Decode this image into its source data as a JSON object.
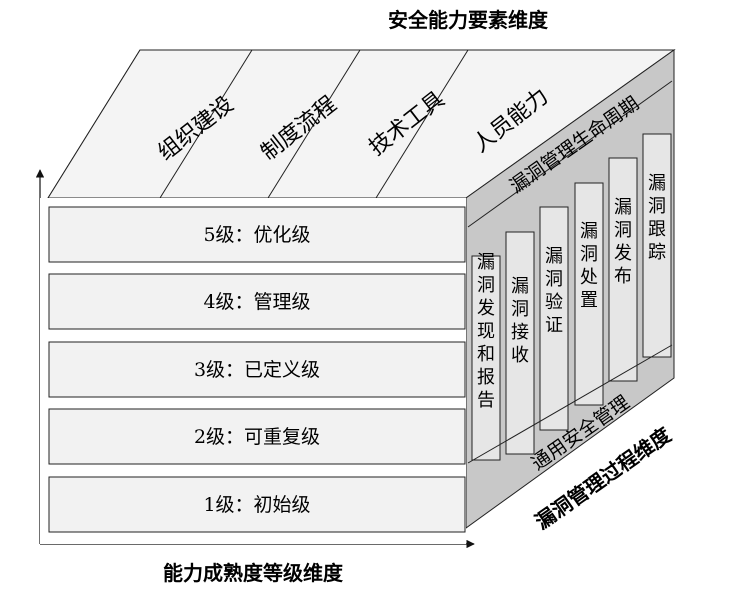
{
  "titles": {
    "top": "安全能力要素维度",
    "bottom": "能力成熟度等级维度",
    "side": "漏洞管理过程维度"
  },
  "top_face": {
    "elements": [
      "组织建设",
      "制度流程",
      "技术工具",
      "人员能力"
    ]
  },
  "front_face": {
    "levels": [
      "5级：优化级",
      "4级：管理级",
      "3级：已定义级",
      "2级：可重复级",
      "1级：初始级"
    ]
  },
  "side_face": {
    "lifecycle_header": "漏洞管理生命周期",
    "phases": [
      "漏洞发现和报告",
      "漏洞接收",
      "漏洞验证",
      "漏洞处置",
      "漏洞发布",
      "漏洞跟踪"
    ],
    "general": "通用安全管理"
  },
  "colors": {
    "front_face": "#f2f2f2",
    "top_face": "#f4f4f4",
    "side_face": "#c8c8c8",
    "phase_fill": "#e6e6e6",
    "stroke": "#222222"
  }
}
